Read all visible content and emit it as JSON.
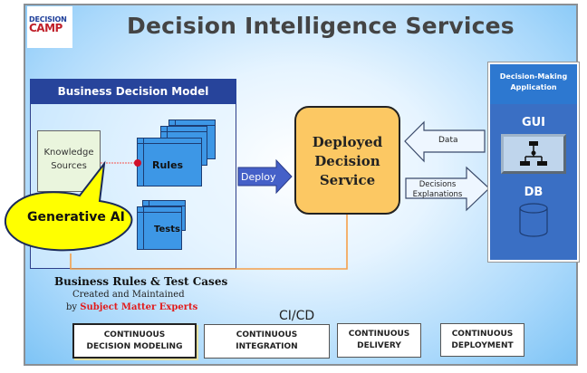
{
  "header": {
    "logo_line1": "DECISION",
    "logo_line2": "CAMP",
    "title": "Decision Intelligence Services"
  },
  "business_decision_model": {
    "title": "Business Decision Model",
    "knowledge_sources": [
      "Knowledge",
      "Sources"
    ],
    "rules_label": "Rules",
    "tests_label": "Tests"
  },
  "callout": {
    "label": "Generative AI"
  },
  "deploy_arrow": {
    "label": "Deploy"
  },
  "deployed_service": {
    "lines": [
      "Deployed",
      "Decision",
      "Service"
    ]
  },
  "data_arrow": {
    "label": "Data"
  },
  "decisions_arrow": {
    "lines": [
      "Decisions",
      "Explanations"
    ]
  },
  "application": {
    "title_lines": [
      "Decision-Making",
      "Application"
    ],
    "gui_label": "GUI",
    "gui_icon": "hierarchy-icon",
    "db_label": "DB",
    "db_icon": "database-cylinder-icon"
  },
  "footnote": {
    "line1": "Business Rules & Test Cases",
    "line2": "Created and Maintained",
    "line3_prefix": "by ",
    "line3_highlight": "Subject Matter Experts"
  },
  "cicd": {
    "label": "CI/CD",
    "stages": [
      {
        "lines": [
          "CONTINUOUS",
          "DECISION MODELING"
        ]
      },
      {
        "lines": [
          "CONTINUOUS",
          "INTEGRATION"
        ]
      },
      {
        "lines": [
          "CONTINUOUS",
          "DELIVERY"
        ]
      },
      {
        "lines": [
          "CONTINUOUS",
          "DEPLOYMENT"
        ]
      }
    ]
  },
  "colors": {
    "header_blue": "#27449b",
    "rules_blue": "#3d97e6",
    "service_orange": "#fcc863",
    "connector_orange": "#f5a04a",
    "callout_yellow": "#ffff00",
    "highlight_red": "#e21b1b",
    "app_blue": "#3a6fc4"
  }
}
